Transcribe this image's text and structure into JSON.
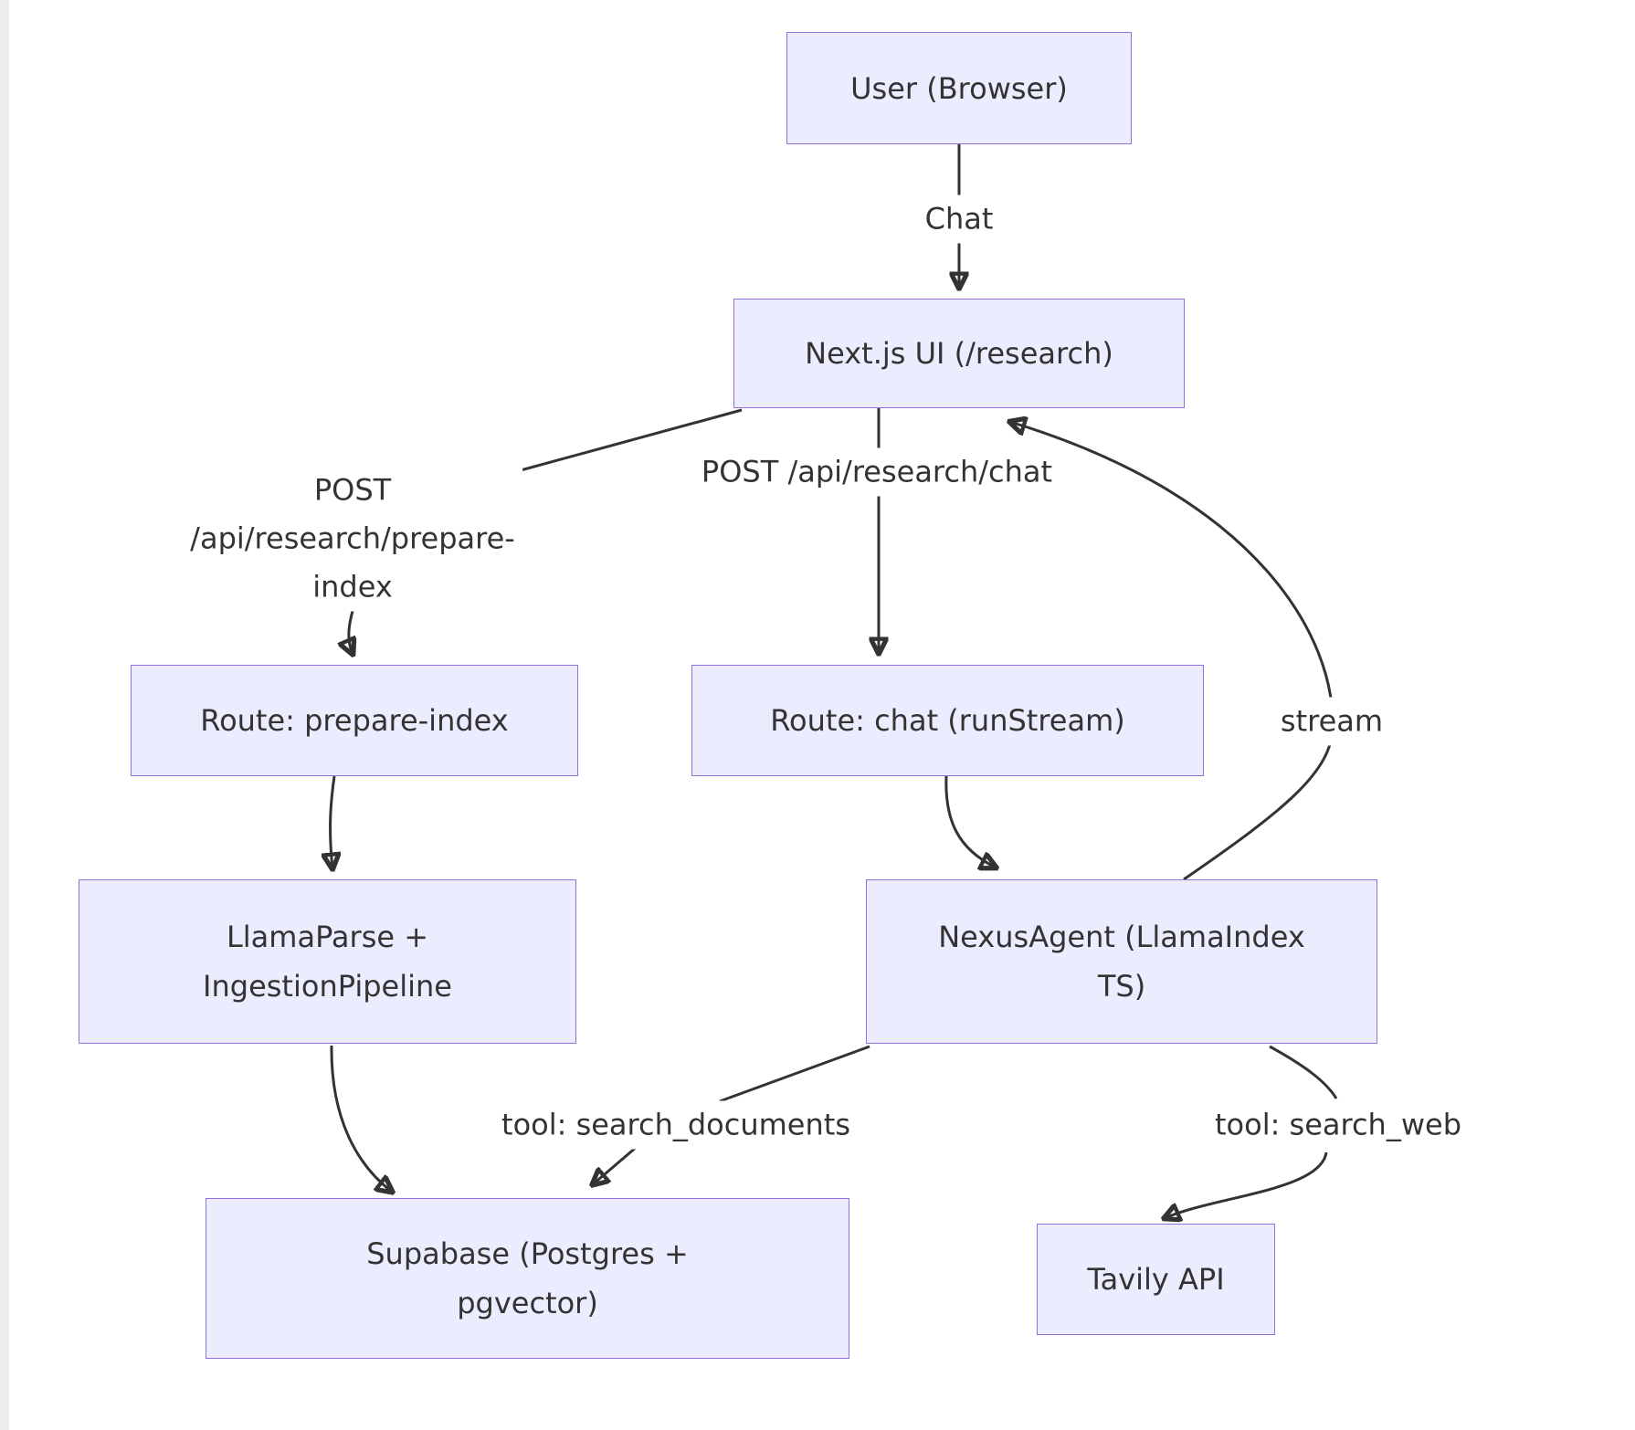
{
  "diagram": {
    "type": "flowchart",
    "colors": {
      "background": "#ffffff",
      "node_fill": "#ECECFF",
      "node_border": "#9370DB",
      "text": "#333333",
      "edge": "#333333",
      "left_strip": "#ececec"
    },
    "nodes": [
      {
        "id": "user",
        "lines": [
          "User (Browser)"
        ]
      },
      {
        "id": "nextjs",
        "lines": [
          "Next.js UI (/research)"
        ]
      },
      {
        "id": "route-prepare",
        "lines": [
          "Route: prepare-index"
        ]
      },
      {
        "id": "route-chat",
        "lines": [
          "Route: chat (runStream)"
        ]
      },
      {
        "id": "llamaparse",
        "lines": [
          "LlamaParse +",
          "IngestionPipeline"
        ]
      },
      {
        "id": "nexusagent",
        "lines": [
          "NexusAgent (LlamaIndex",
          "TS)"
        ]
      },
      {
        "id": "supabase",
        "lines": [
          "Supabase (Postgres +",
          "pgvector)"
        ]
      },
      {
        "id": "tavily",
        "lines": [
          "Tavily API"
        ]
      }
    ],
    "edges": [
      {
        "id": "user-nextjs",
        "from": "user",
        "to": "nextjs",
        "label_lines": [
          "Chat"
        ]
      },
      {
        "id": "nextjs-route-prepare",
        "from": "nextjs",
        "to": "route-prepare",
        "label_lines": [
          "POST",
          "/api/research/prepare-",
          "index"
        ]
      },
      {
        "id": "nextjs-route-chat",
        "from": "nextjs",
        "to": "route-chat",
        "label_lines": [
          "POST /api/research/chat"
        ]
      },
      {
        "id": "route-prepare-llamaparse",
        "from": "route-prepare",
        "to": "llamaparse",
        "label_lines": []
      },
      {
        "id": "route-chat-nexusagent",
        "from": "route-chat",
        "to": "nexusagent",
        "label_lines": []
      },
      {
        "id": "nexusagent-nextjs",
        "from": "nexusagent",
        "to": "nextjs",
        "label_lines": [
          "stream"
        ]
      },
      {
        "id": "llamaparse-supabase",
        "from": "llamaparse",
        "to": "supabase",
        "label_lines": []
      },
      {
        "id": "nexusagent-supabase",
        "from": "nexusagent",
        "to": "supabase",
        "label_lines": [
          "tool: search_documents"
        ]
      },
      {
        "id": "nexusagent-tavily",
        "from": "nexusagent",
        "to": "tavily",
        "label_lines": [
          "tool: search_web"
        ]
      }
    ]
  }
}
